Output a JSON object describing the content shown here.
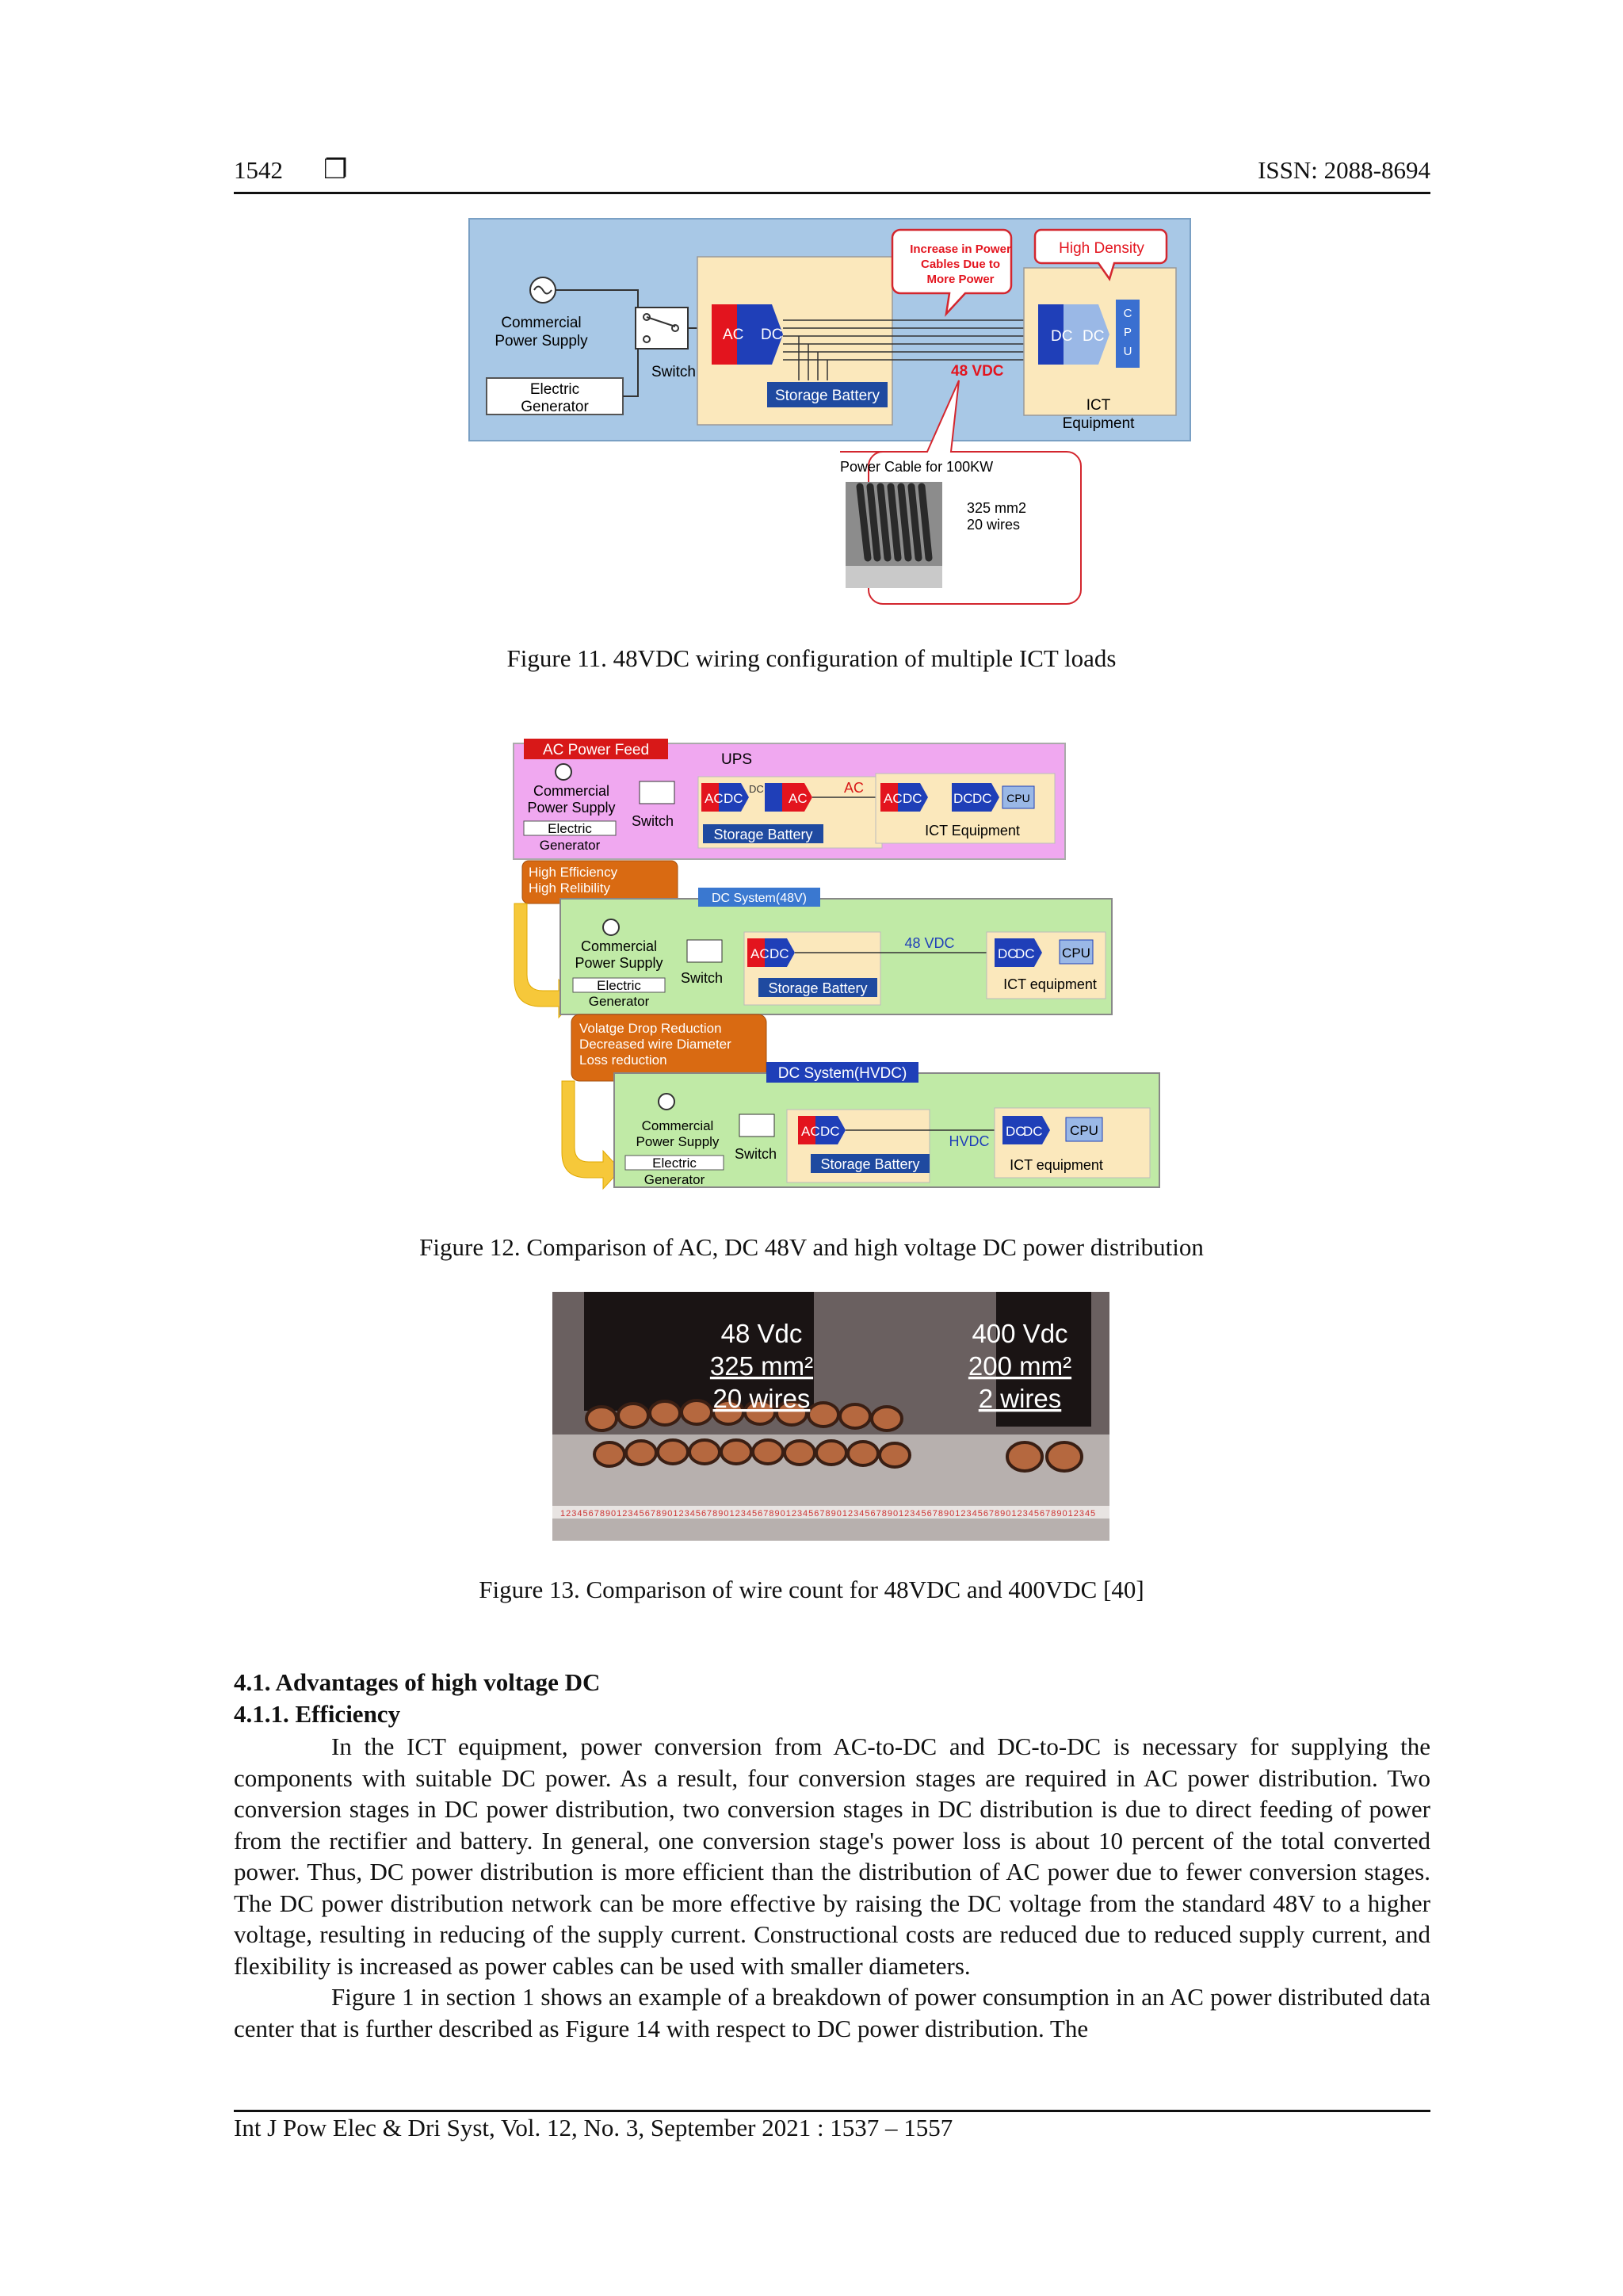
{
  "header": {
    "page_number": "1542",
    "box_glyph": "❐",
    "issn": "ISSN: 2088-8694"
  },
  "fig11": {
    "commercial": [
      "Commercial",
      "Power Supply"
    ],
    "generator": [
      "Electric",
      "Generator"
    ],
    "switch": "Switch",
    "ac": "AC",
    "dc": "DC",
    "storage": "Storage Battery",
    "callout_increase": [
      "Increase in Power",
      "Cables Due to",
      "More Power"
    ],
    "high_density": "High Density",
    "vdc": "48 VDC",
    "cpu_letters": [
      "C",
      "P",
      "U"
    ],
    "ict": [
      "ICT",
      "Equipment"
    ],
    "cable_title": "Power Cable for 100KW",
    "cable_spec": [
      "325 mm2",
      "20 wires"
    ],
    "caption": "Figure 11. 48VDC wiring configuration of multiple ICT loads"
  },
  "fig12": {
    "ac_feed": "AC Power Feed",
    "ups": "UPS",
    "commercial": [
      "Commercial",
      "Power Supply"
    ],
    "generator": [
      "Electric",
      "Generator"
    ],
    "switch": "Switch",
    "ac": "AC",
    "dc": "DC",
    "cpu": "CPU",
    "storage": "Storage Battery",
    "ict_equipment_1": "ICT Equipment",
    "ict_equipment_2": "ICT equipment",
    "ict_equipment_3": "ICT equipment",
    "note1": [
      "High Efficiency",
      "High Relibility"
    ],
    "dc48_label": "DC System(48V)",
    "vdc48": "48 VDC",
    "note2": [
      "Volatge Drop Reduction",
      "Decreased wire Diameter",
      "Loss reduction"
    ],
    "hvdc_label": "DC System(HVDC)",
    "hvdc": "HVDC",
    "caption": "Figure 12. Comparison of AC, DC 48V and high voltage DC power distribution"
  },
  "fig13": {
    "left": [
      "48 Vdc",
      "325 mm²",
      "20 wires"
    ],
    "right": [
      "400 Vdc",
      "200 mm²",
      "2 wires"
    ],
    "caption": "Figure 13. Comparison of wire count for 48VDC and 400VDC [40]"
  },
  "section": {
    "h1": "4.1.   Advantages of high voltage DC",
    "h2": "4.1.1.  Efficiency",
    "p1": "In the ICT equipment, power conversion from AC-to-DC and DC-to-DC is necessary for supplying the components with suitable DC power. As a result, four conversion stages are required in AC power distribution. Two conversion stages in DC power distribution, two conversion stages in DC distribution is due to direct feeding of power from the rectifier and battery. In general, one conversion stage's power loss is about 10 percent of the total converted power. Thus, DC power distribution is more efficient than the distribution of AC power due to fewer conversion stages. The DC power distribution network can be more effective by raising the DC voltage from the standard 48V to a higher voltage, resulting in reducing of the supply current. Constructional costs are reduced due to reduced supply current, and flexibility is increased as power cables can be used with smaller diameters.",
    "p2": "Figure 1 in section 1 shows an example of a breakdown of power consumption in an AC power distributed data center that is further described as Figure 14 with respect to DC power distribution. The"
  },
  "footer": {
    "citation": "Int J Pow Elec & Dri Syst, Vol. 12, No. 3, September 2021 :  1537 – 1557"
  }
}
